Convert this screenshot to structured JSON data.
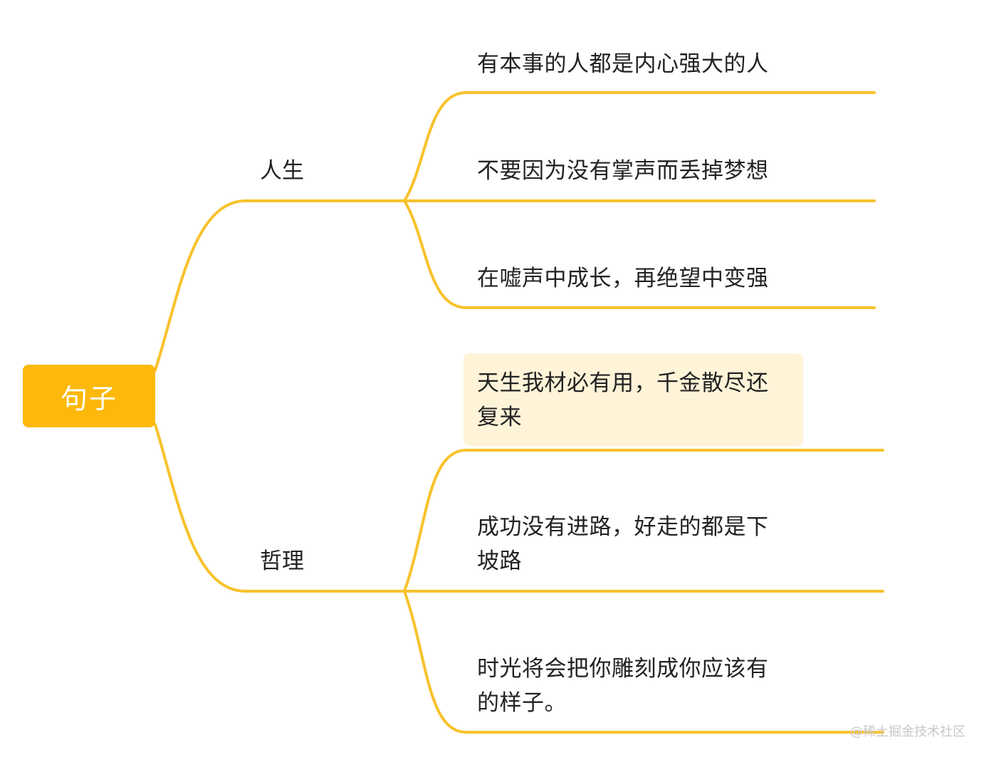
{
  "colors": {
    "line": "#F7C22C",
    "root_fill": "#FCB90C",
    "root_text": "#ffffff",
    "highlight": "#FFF3D8"
  },
  "root": {
    "label": "句子"
  },
  "branches": [
    {
      "label": "人生",
      "leaves": [
        {
          "label": "有本事的人都是内心强大的人"
        },
        {
          "label": "不要因为没有掌声而丢掉梦想"
        },
        {
          "label": "在嘘声中成长，再绝望中变强"
        }
      ]
    },
    {
      "label": "哲理",
      "leaves": [
        {
          "label": "天生我材必有用，千金散尽还复来",
          "selected": true
        },
        {
          "label": "成功没有进路，好走的都是下坡路"
        },
        {
          "label": "时光将会把你雕刻成你应该有的样子。"
        }
      ]
    }
  ],
  "watermark": "@稀土掘金技术社区"
}
